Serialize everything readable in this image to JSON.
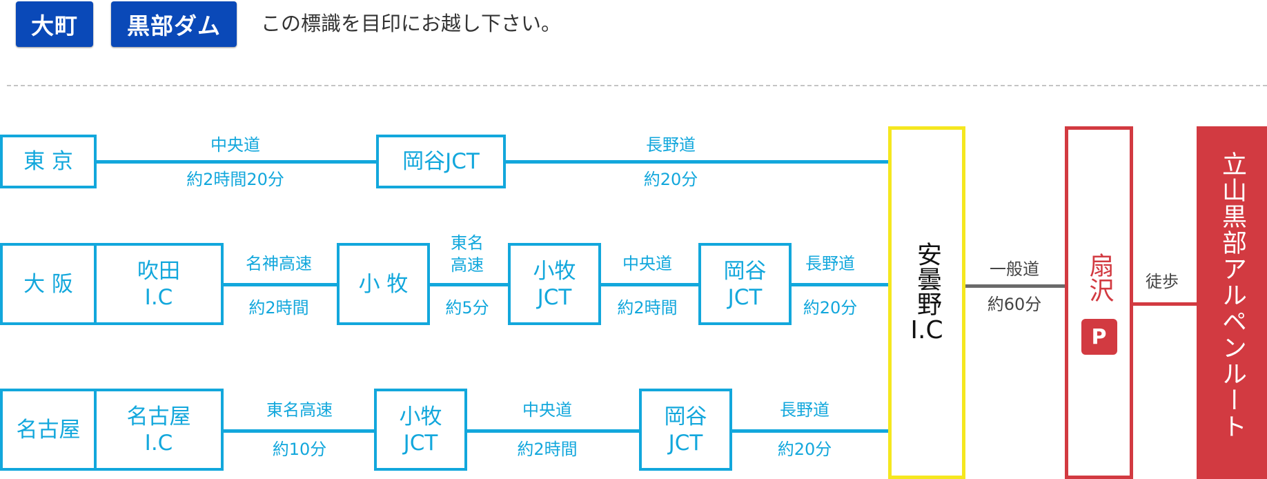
{
  "header": {
    "badge_omachi": "大町",
    "badge_kurobe": "黒部ダム",
    "instruction": "この標識を目印にお越し下さい。"
  },
  "colors": {
    "route_blue": "#12a7dc",
    "badge_blue": "#0a49b8",
    "azumino_yellow": "#f5e71f",
    "red": "#d23a41",
    "local_road_gray": "#6a6a6a"
  },
  "routes": {
    "tokyo": {
      "origin": "東 京",
      "seg1_road": "中央道",
      "seg1_time": "約2時間20分",
      "node1": "岡谷JCT",
      "seg2_road": "長野道",
      "seg2_time": "約20分"
    },
    "osaka": {
      "origin": "大 阪",
      "entry": [
        "吹田",
        "I.C"
      ],
      "seg1_road": "名神高速",
      "seg1_time": "約2時間",
      "node1": "小 牧",
      "seg2_road": [
        "東名",
        "高速"
      ],
      "seg2_time": "約5分",
      "node2": [
        "小牧",
        "JCT"
      ],
      "seg3_road": "中央道",
      "seg3_time": "約2時間",
      "node3": [
        "岡谷",
        "JCT"
      ],
      "seg4_road": "長野道",
      "seg4_time": "約20分"
    },
    "nagoya": {
      "origin": "名古屋",
      "entry": [
        "名古屋",
        "I.C"
      ],
      "seg1_road": "東名高速",
      "seg1_time": "約10分",
      "node1": [
        "小牧",
        "JCT"
      ],
      "seg2_road": "中央道",
      "seg2_time": "約2時間",
      "node2": [
        "岡谷",
        "JCT"
      ],
      "seg3_road": "長野道",
      "seg3_time": "約20分"
    }
  },
  "junction": {
    "azumino": "安曇野",
    "azumino_ic": "I.C"
  },
  "local_road": {
    "road": "一般道",
    "time": "約60分"
  },
  "ogisawa": {
    "name": "扇沢",
    "parking": "P"
  },
  "walk": {
    "label": "徒歩"
  },
  "destination": {
    "name": "立山黒部アルペンルート"
  }
}
